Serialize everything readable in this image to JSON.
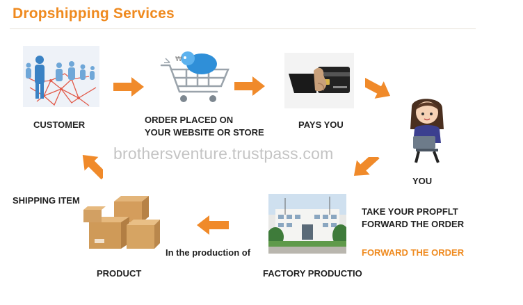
{
  "header": {
    "title": "Dropshipping Services"
  },
  "watermark": "brothersventure.trustpass.com",
  "steps": {
    "customer": {
      "label": "CUSTOMER",
      "icon": "people-network-icon"
    },
    "order": {
      "label_line1": "ORDER PLACED ON",
      "label_line2": "YOUR WEBSITE OR STORE",
      "icon": "shopping-cart-icon"
    },
    "pays": {
      "label": "PAYS YOU",
      "icon": "credit-card-icon"
    },
    "you": {
      "label": "YOU",
      "icon": "woman-laptop-icon"
    },
    "factory": {
      "label": "FACTORY PRODUCTIO",
      "side_line1": "TAKE YOUR PROPFLT",
      "side_line2": "FORWARD THE ORDER",
      "side_highlight": "FORWARD THE ORDER",
      "icon": "factory-building-icon"
    },
    "product": {
      "label": "PRODUCT",
      "caption": "In the production of",
      "icon": "cardboard-boxes-icon"
    },
    "shipping": {
      "label": "SHIPPING ITEM"
    }
  },
  "colors": {
    "accent": "#ef8a1f",
    "arrow": "#f08a2a",
    "text": "#222222"
  }
}
